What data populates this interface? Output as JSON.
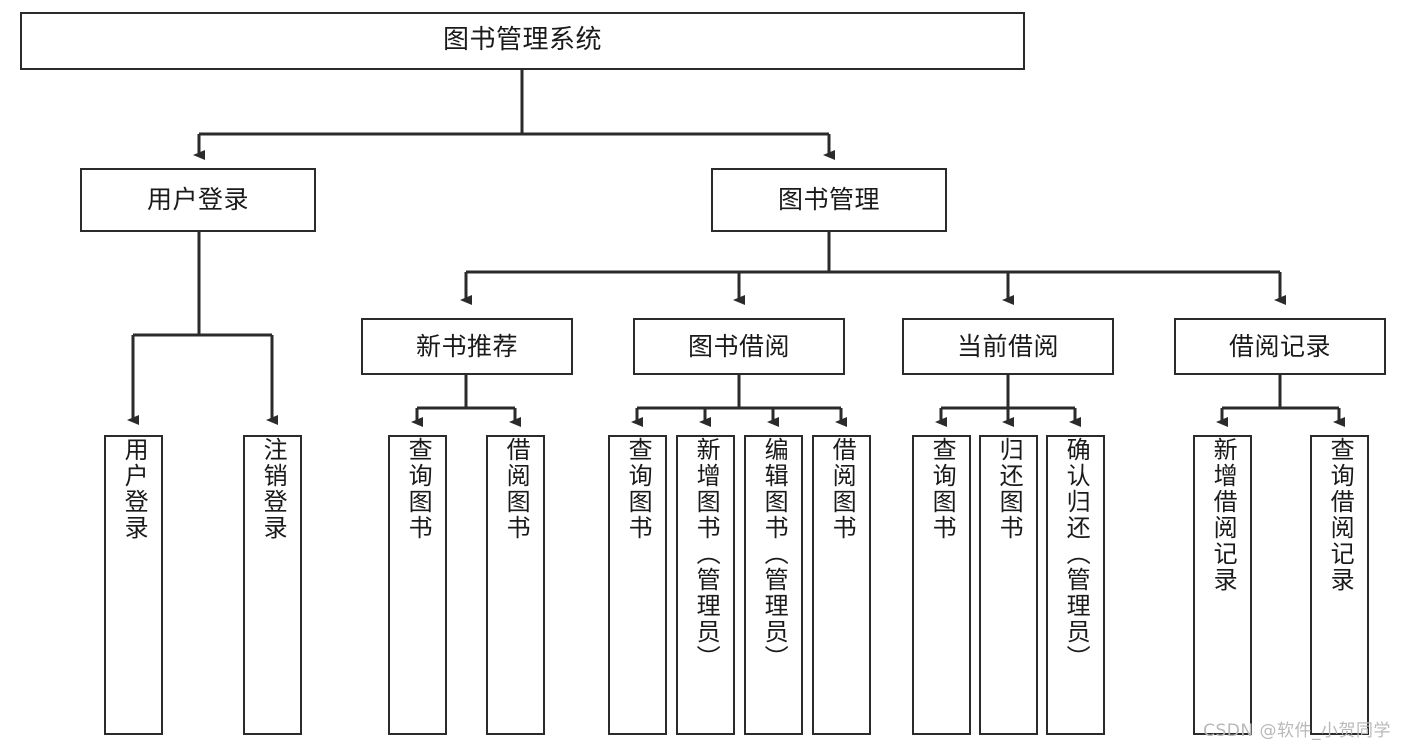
{
  "diagram": {
    "title": "图书管理系统",
    "type": "hierarchy-tree",
    "watermark": "CSDN @软件_小贺同学",
    "colors": {
      "stroke": "#2b2b2b",
      "fill": "#ffffff",
      "text": "#1a1a1a",
      "watermark": "#b9b9b9"
    },
    "nodes": {
      "root": {
        "label": "图书管理系统"
      },
      "level1": [
        {
          "id": "user-login",
          "label": "用户登录"
        },
        {
          "id": "book-manage",
          "label": "图书管理"
        }
      ],
      "level2": [
        {
          "id": "new-book-recommend",
          "label": "新书推荐"
        },
        {
          "id": "book-borrow",
          "label": "图书借阅"
        },
        {
          "id": "current-borrow",
          "label": "当前借阅"
        },
        {
          "id": "borrow-record",
          "label": "借阅记录"
        }
      ],
      "leaves": {
        "user-login": [
          {
            "id": "leaf-user-login",
            "label": "用户登录"
          },
          {
            "id": "leaf-logout-login",
            "label": "注销登录"
          }
        ],
        "new-book-recommend": [
          {
            "id": "leaf-query-book-1",
            "label": "查询图书"
          },
          {
            "id": "leaf-borrow-book-1",
            "label": "借阅图书"
          }
        ],
        "book-borrow": [
          {
            "id": "leaf-query-book-2",
            "label": "查询图书"
          },
          {
            "id": "leaf-add-book",
            "label": "新增图书（管理员）"
          },
          {
            "id": "leaf-edit-book",
            "label": "编辑图书（管理员）"
          },
          {
            "id": "leaf-borrow-book-2",
            "label": "借阅图书"
          }
        ],
        "current-borrow": [
          {
            "id": "leaf-query-book-3",
            "label": "查询图书"
          },
          {
            "id": "leaf-return-book",
            "label": "归还图书"
          },
          {
            "id": "leaf-confirm-return",
            "label": "确认归还（管理员）"
          }
        ],
        "borrow-record": [
          {
            "id": "leaf-add-record",
            "label": "新增借阅记录"
          },
          {
            "id": "leaf-query-record",
            "label": "查询借阅记录"
          }
        ]
      }
    }
  }
}
